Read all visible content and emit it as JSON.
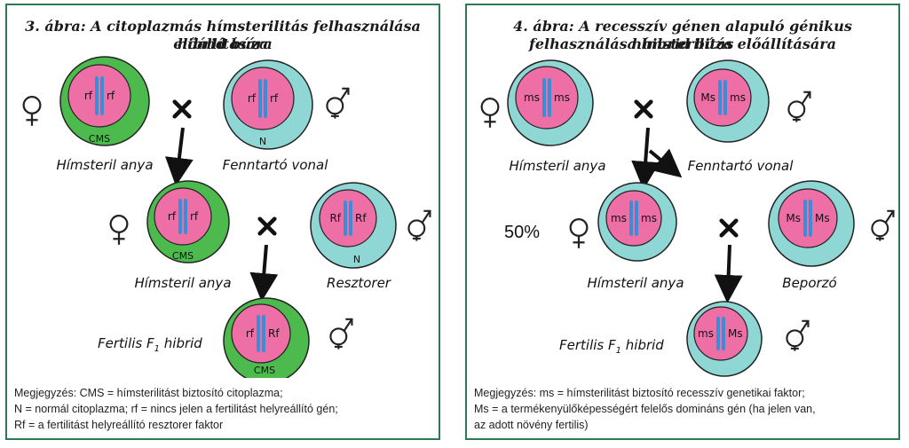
{
  "colors": {
    "border": "#2e7a53",
    "cms_ring": "#4cba4c",
    "n_ring": "#8fd7d4",
    "nucleus": "#ee6fa6",
    "chromosome": "#3a8ed8"
  },
  "left": {
    "title_line1": "3. ábra: A citoplazmás hímsterilitás felhasználása hibrid búza",
    "title_line2": "előállítására",
    "cells": {
      "mother": {
        "gene_left": "rf",
        "gene_right": "rf",
        "ring_label": "CMS"
      },
      "maintainer": {
        "gene_left": "rf",
        "gene_right": "rf",
        "ring_label": "N"
      },
      "mother2": {
        "gene_left": "rf",
        "gene_right": "rf",
        "ring_label": "CMS"
      },
      "restorer": {
        "gene_left": "Rf",
        "gene_right": "Rf",
        "ring_label": "N"
      },
      "hybrid": {
        "gene_left": "rf",
        "gene_right": "Rf",
        "ring_label": "CMS"
      }
    },
    "labels": {
      "mother": "Hímsteril anya",
      "maintainer": "Fenntartó vonal",
      "mother2": "Hímsteril anya",
      "restorer": "Resztorer",
      "hybrid_prefix": "Fertilis F",
      "hybrid_sub": "1",
      "hybrid_suffix": " hibrid"
    },
    "note_lines": [
      "Megjegyzés: CMS = hímsterilitást biztosító citoplazma;",
      "N = normál citoplazma; rf = nincs jelen a fertilitást helyreállító gén;",
      "Rf = a fertilitást helyreállító resztorer faktor"
    ]
  },
  "right": {
    "title_line1": "4. ábra: A recesszív génen alapuló génikus hímsterilitás",
    "title_line2": "felhasználása hibrid búza előállítására",
    "percent": "50%",
    "cells": {
      "mother": {
        "gene_left": "ms",
        "gene_right": "ms"
      },
      "maintainer": {
        "gene_left": "Ms",
        "gene_right": "ms"
      },
      "mother2": {
        "gene_left": "ms",
        "gene_right": "ms"
      },
      "pollinator": {
        "gene_left": "Ms",
        "gene_right": "Ms"
      },
      "hybrid": {
        "gene_left": "ms",
        "gene_right": "Ms"
      }
    },
    "labels": {
      "mother": "Hímsteril anya",
      "maintainer": "Fenntartó vonal",
      "mother2": "Hímsteril anya",
      "pollinator": "Beporzó",
      "hybrid_prefix": "Fertilis F",
      "hybrid_sub": "1",
      "hybrid_suffix": " hibrid"
    },
    "note_lines": [
      "Megjegyzés: ms = hímsterilitást biztosító recesszív genetikai faktor;",
      "Ms = a termékenyülőképességért felelős domináns gén (ha jelen van,",
      "az adott növény fertilis)"
    ]
  }
}
